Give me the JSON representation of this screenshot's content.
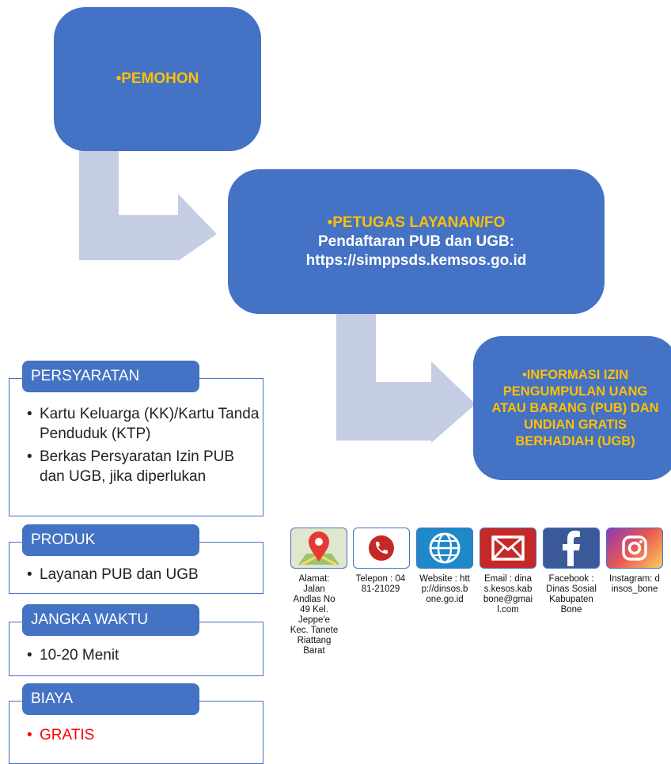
{
  "flow": {
    "box1": {
      "bullet": "•PEMOHON"
    },
    "box2": {
      "bullet": "•PETUGAS LAYANAN/FO",
      "line1": "Pendaftaran PUB dan UGB:",
      "line2": "https://simppsds.kemsos.go.id"
    },
    "box3": {
      "bullet": "•INFORMASI IZIN PENGUMPULAN UANG ATAU BARANG (PUB) DAN UNDIAN GRATIS BERHADIAH (UGB)"
    }
  },
  "sections": {
    "persyaratan": {
      "title": "PERSYARATAN",
      "items": [
        "Kartu Keluarga (KK)/Kartu Tanda Penduduk (KTP)",
        "Berkas Persyaratan Izin PUB dan UGB, jika diperlukan"
      ]
    },
    "produk": {
      "title": "PRODUK",
      "items": [
        "Layanan PUB dan UGB"
      ]
    },
    "jangka_waktu": {
      "title": "JANGKA WAKTU",
      "items": [
        "10-20 Menit"
      ]
    },
    "biaya": {
      "title": "BIAYA",
      "items": [
        "GRATIS"
      ],
      "item_color": "#ff0000"
    }
  },
  "contacts": [
    {
      "icon": "map-pin-icon",
      "label": "Alamat: Jalan Andlas No 49 Kel. Jeppe'e Kec. Tanete Riattang Barat"
    },
    {
      "icon": "phone-icon",
      "label": "Telepon : 0481-21029"
    },
    {
      "icon": "globe-icon",
      "label": "Website : http://dinsos.bone.go.id"
    },
    {
      "icon": "mail-icon",
      "label": "Email : dinas.kesos.kabbone@gmail.com"
    },
    {
      "icon": "facebook-icon",
      "label": "Facebook : Dinas Sosial Kabupaten Bone"
    },
    {
      "icon": "instagram-icon",
      "label": "Instagram: dinsos_bone"
    }
  ],
  "colors": {
    "box": "#4472c4",
    "highlight": "#ffc000",
    "arrow": "#c5cde4",
    "red": "#ff0000"
  }
}
